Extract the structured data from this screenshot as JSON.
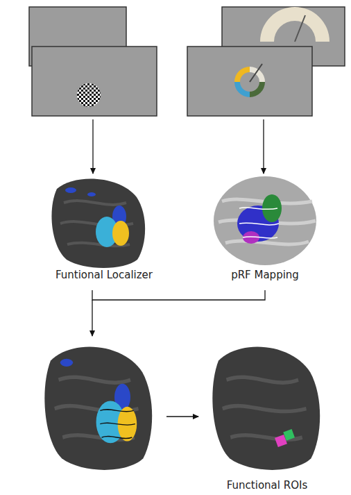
{
  "diagram": {
    "labels": [
      "Funtional Localizer",
      "pRF Mapping",
      "Functional ROIs"
    ]
  }
}
